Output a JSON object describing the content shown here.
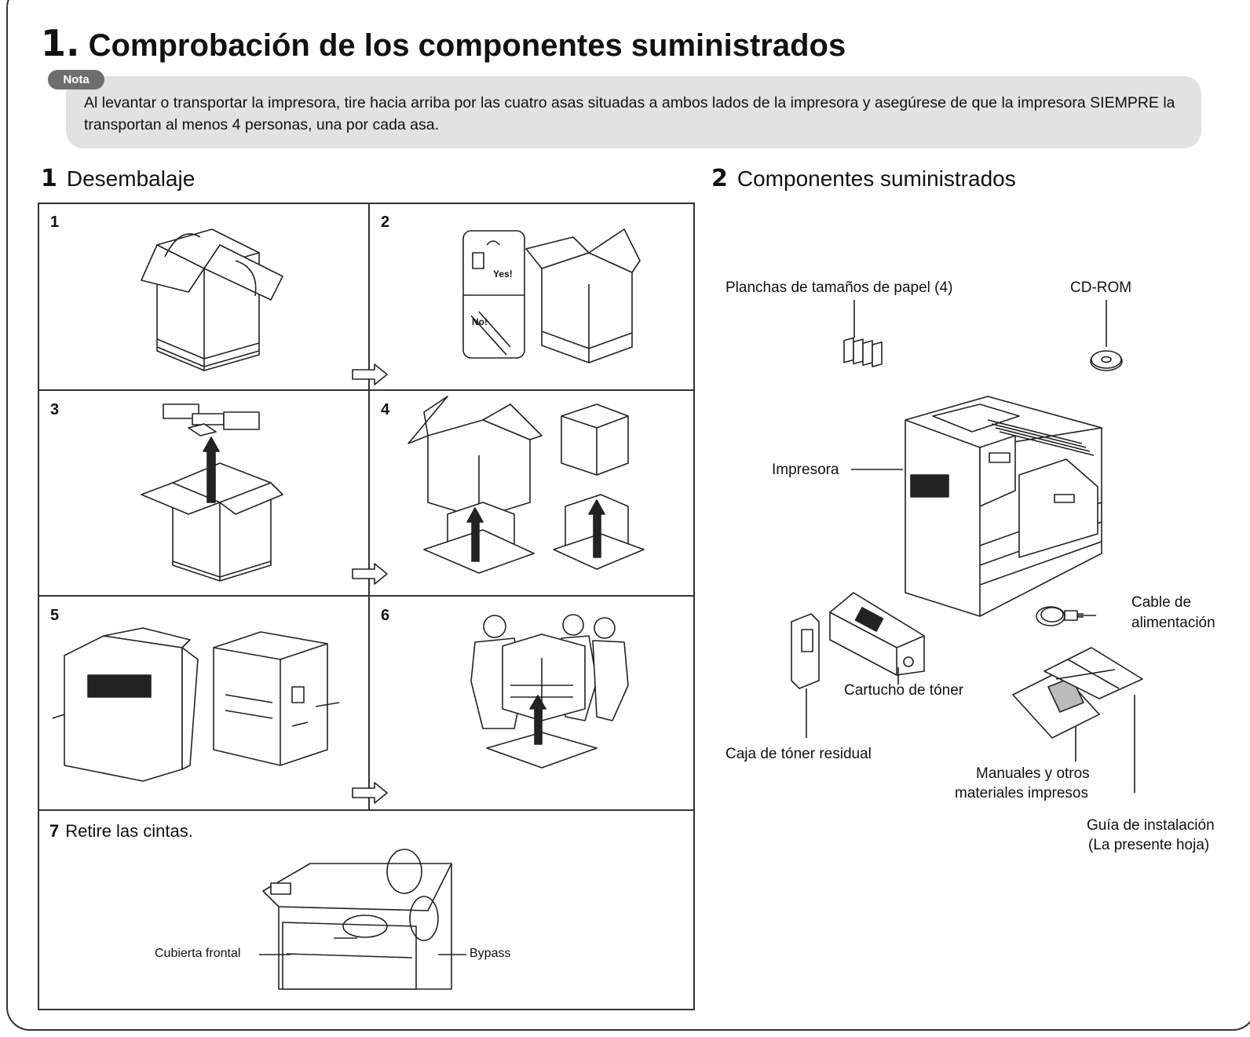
{
  "header": {
    "number": "1.",
    "title": "Comprobación de los componentes suministrados"
  },
  "note": {
    "badge": "Nota",
    "text": "Al levantar o transportar la impresora, tire hacia arriba por las cuatro asas situadas a ambos lados de la impresora y asegúrese de que la impresora SIEMPRE la transportan al menos 4 personas, una por cada asa."
  },
  "unpacking": {
    "number": "1",
    "title": "Desembalaje",
    "steps": [
      "1",
      "2",
      "3",
      "4",
      "5",
      "6"
    ],
    "step2_yes": "Yes!",
    "step2_no": "No!",
    "step7": {
      "number": "7",
      "text": "Retire las cintas.",
      "front_cover": "Cubierta frontal",
      "bypass": "Bypass"
    }
  },
  "components": {
    "number": "2",
    "title": "Componentes suministrados",
    "paper_plates": "Planchas de tamaños de papel (4)",
    "cdrom": "CD-ROM",
    "printer": "Impresora",
    "power_cable_1": "Cable de",
    "power_cable_2": "alimentación",
    "toner_cartridge": "Cartucho de tóner",
    "waste_box": "Caja de tóner residual",
    "manuals_1": "Manuales y otros",
    "manuals_2": "materiales impresos",
    "guide_1": "Guía de instalación",
    "guide_2": "(La presente hoja)"
  }
}
